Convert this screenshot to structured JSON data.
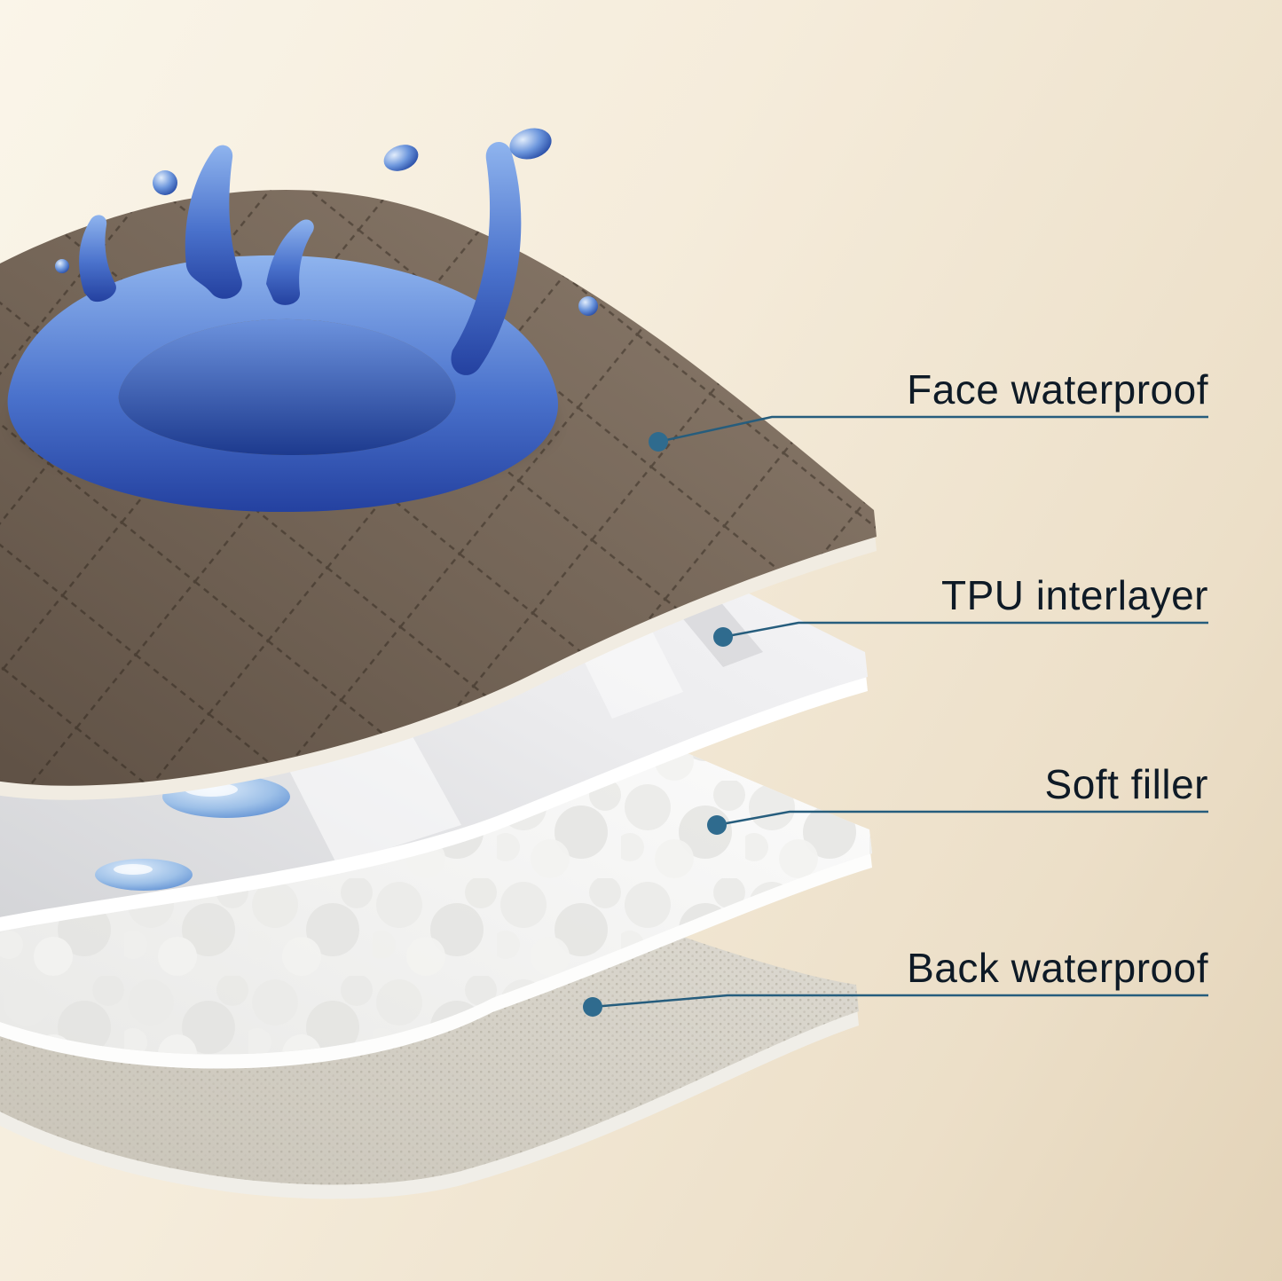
{
  "diagram": {
    "callouts": [
      {
        "id": "face-waterproof",
        "label": "Face waterproof"
      },
      {
        "id": "tpu-interlayer",
        "label": "TPU interlayer"
      },
      {
        "id": "soft-filler",
        "label": "Soft filler"
      },
      {
        "id": "back-waterproof",
        "label": "Back waterproof"
      }
    ],
    "colors": {
      "background_light": "#faf5e9",
      "background_dark": "#e3d3b8",
      "label_text": "#0e1a26",
      "callout_line": "#265d7d",
      "callout_dot": "#2f6b8e",
      "face_layer": "#7b6b5d",
      "tpu_layer": "#e9eaec",
      "soft_filler_layer": "#f6f6f4",
      "back_layer": "#d5d1c7",
      "water_dark": "#2c53b0",
      "water_light": "#8fb4ee"
    }
  }
}
